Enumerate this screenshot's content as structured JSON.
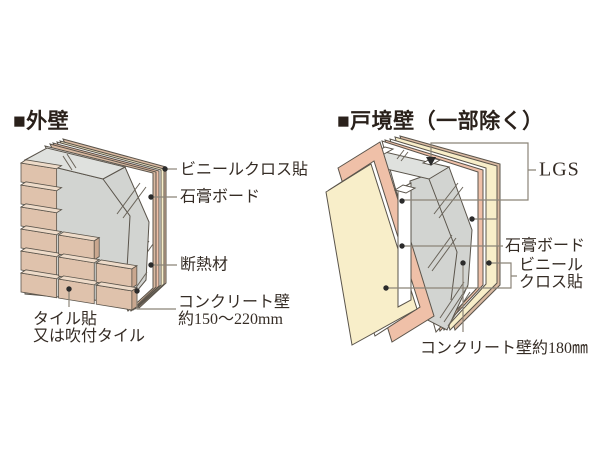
{
  "figure": {
    "type": "wall-construction-cross-sections",
    "left_panel": {
      "heading": "■外壁",
      "labels": {
        "vinyl": "ビニールクロス貼",
        "gypsum": "石膏ボード",
        "insulation": "断熱材",
        "concrete_line1": "コンクリート壁",
        "concrete_line2": "約150～220mm",
        "tile_line1": "タイル貼",
        "tile_line2": "又は吹付タイル"
      },
      "layers_outer_to_inner": [
        "タイル貼又は吹付タイル",
        "コンクリート壁約150～220mm",
        "断熱材",
        "石膏ボード",
        "ビニールクロス貼"
      ]
    },
    "right_panel": {
      "heading": "■戸境壁（一部除く）",
      "labels": {
        "lgs": "LGS",
        "gypsum": "石膏ボード",
        "vinyl_line1": "ビニール",
        "vinyl_line2": "クロス貼",
        "concrete": "コンクリート壁約180㎜"
      },
      "layers_outer_to_inner": [
        "ビニールクロス貼",
        "石膏ボード",
        "LGS",
        "コンクリート壁約180㎜",
        "LGS",
        "石膏ボード",
        "ビニールクロス貼"
      ]
    }
  },
  "palette": {
    "background": "#ffffff",
    "heading_text": "#2a211b",
    "label_text": "#352c25",
    "outline": "#5a544b",
    "leader_line": "#8b8478",
    "dot": "#2b2b2b",
    "vinyl_cream": "#f8eec9",
    "gypsum_pink": "#efc0a8",
    "insulation_white": "#ffffff",
    "wood_tan": "#d9b9a1",
    "tile_front": "#dfc2ac",
    "tile_top": "#eedbc9",
    "tile_side": "#c9a78f",
    "concrete_face": "#d2d4d1",
    "concrete_top": "#dfe1de"
  }
}
